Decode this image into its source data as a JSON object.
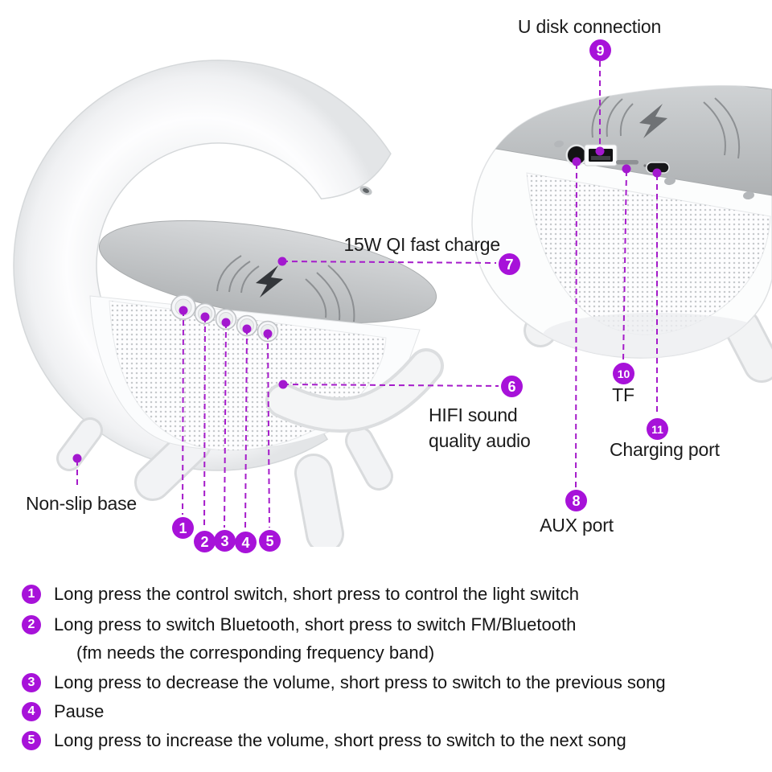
{
  "colors": {
    "accent_purple": "#a712d9",
    "callout_line_purple": "#a51bca",
    "text_black": "#1b1b1b",
    "pad_gray": "#bfc2c4",
    "product_white": "#fbfcfd"
  },
  "callouts": {
    "u_disk": {
      "number": "9",
      "label": "U disk connection"
    },
    "fast_charge": {
      "number": "7",
      "label": "15W QI fast charge"
    },
    "hifi": {
      "number": "6",
      "label_line1": "HIFI sound",
      "label_line2": "quality audio"
    },
    "non_slip": {
      "label": "Non-slip base"
    },
    "aux": {
      "number": "8",
      "label": "AUX port"
    },
    "tf": {
      "number": "10",
      "label": "TF"
    },
    "charging": {
      "number": "11",
      "label": "Charging port"
    },
    "btn1": {
      "number": "1"
    },
    "btn2": {
      "number": "2"
    },
    "btn3": {
      "number": "3"
    },
    "btn4": {
      "number": "4"
    },
    "btn5": {
      "number": "5"
    }
  },
  "legend": {
    "items": [
      {
        "number": "1",
        "text": "Long press the control switch, short press to control the light switch"
      },
      {
        "number": "2",
        "text": "Long press to switch Bluetooth, short press to switch FM/Bluetooth",
        "text2": "(fm needs the corresponding frequency band)"
      },
      {
        "number": "3",
        "text": "Long press to decrease the volume, short press to switch to the previous song"
      },
      {
        "number": "4",
        "text": "Pause"
      },
      {
        "number": "5",
        "text": "Long press to increase the volume, short press to switch to the next song"
      }
    ]
  }
}
